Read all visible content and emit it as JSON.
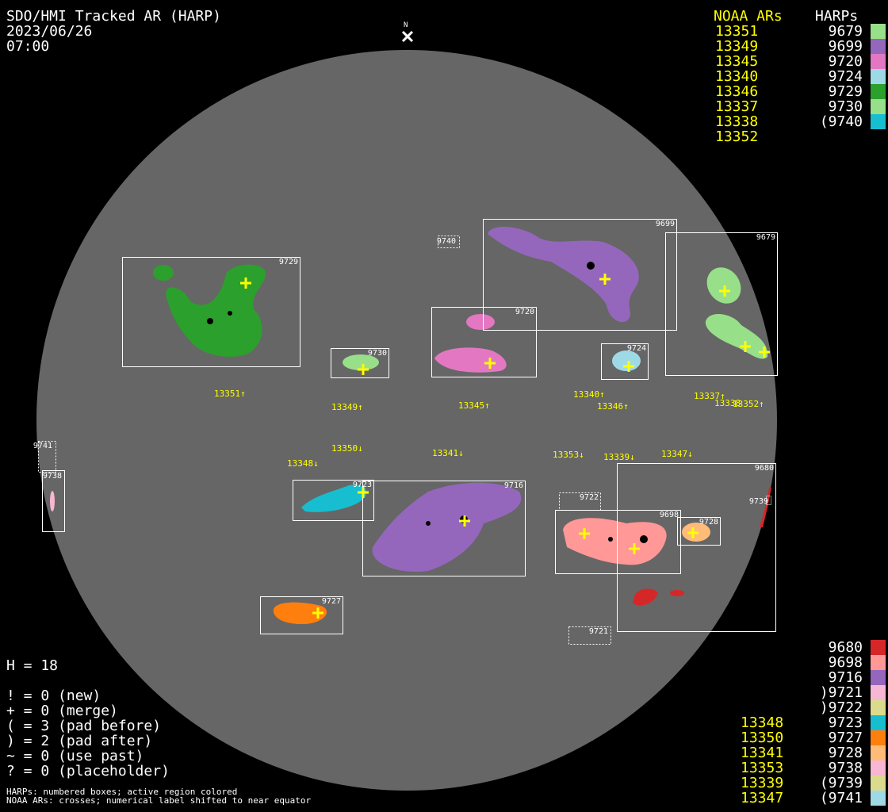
{
  "header": {
    "title": "SDO/HMI Tracked AR (HARP)",
    "date": "2023/06/26",
    "time": "07:00",
    "north_marker": "N"
  },
  "top_table": {
    "noaa_header": "NOAA ARs",
    "harp_header": "HARPs",
    "noaa": [
      "13351",
      "13349",
      "13345",
      "13340",
      "13346",
      "13337",
      "13338",
      "13352"
    ],
    "harps": [
      {
        "label": "9679",
        "color": "#98df8a"
      },
      {
        "label": "9699",
        "color": "#9467bd"
      },
      {
        "label": "9720",
        "color": "#e377c2"
      },
      {
        "label": "9724",
        "color": "#9edae5"
      },
      {
        "label": "9729",
        "color": "#2ca02c"
      },
      {
        "label": "9730",
        "color": "#98df8a"
      },
      {
        "label": "(9740",
        "color": "#17becf"
      }
    ]
  },
  "bottom_table": {
    "noaa": [
      "",
      "",
      "",
      "",
      "",
      "13348",
      "13350",
      "13341",
      "13353",
      "13339",
      "13347"
    ],
    "harps": [
      {
        "label": "9680",
        "color": "#d62728"
      },
      {
        "label": "9698",
        "color": "#ff9896"
      },
      {
        "label": "9716",
        "color": "#9467bd"
      },
      {
        "label": ")9721",
        "color": "#f7b6d2"
      },
      {
        "label": ")9722",
        "color": "#dbdb8d"
      },
      {
        "label": "9723",
        "color": "#17becf"
      },
      {
        "label": "9727",
        "color": "#ff7f0e"
      },
      {
        "label": "9728",
        "color": "#ffbb78"
      },
      {
        "label": "9738",
        "color": "#f7b6d2"
      },
      {
        "label": "(9739",
        "color": "#dbdb8d"
      },
      {
        "label": "(9741",
        "color": "#9edae5"
      }
    ]
  },
  "stats": {
    "h": "H = 18",
    "lines": [
      "! = 0 (new)",
      "+ = 0 (merge)",
      "( = 3 (pad before)",
      ") = 2 (pad after)",
      "~ = 0 (use past)",
      "? = 0 (placeholder)"
    ]
  },
  "footnotes": [
    "HARPs: numbered boxes; active region colored",
    "NOAA ARs: crosses; numerical label shifted to near equator"
  ],
  "harp_boxes": [
    "9729",
    "9730",
    "9740",
    "9699",
    "9720",
    "9724",
    "9679",
    "9741",
    "9738",
    "9723",
    "9716",
    "9722",
    "9698",
    "9728",
    "9680",
    "9739",
    "9727",
    "9721"
  ],
  "noaa_labels": [
    "13351↑",
    "13349↑",
    "13345↑",
    "13340↑",
    "13346↑",
    "13337↑",
    "13338",
    "13352↑",
    "13350↓",
    "13348↓",
    "13341↓",
    "13353↓",
    "13339↓",
    "13347↓"
  ]
}
